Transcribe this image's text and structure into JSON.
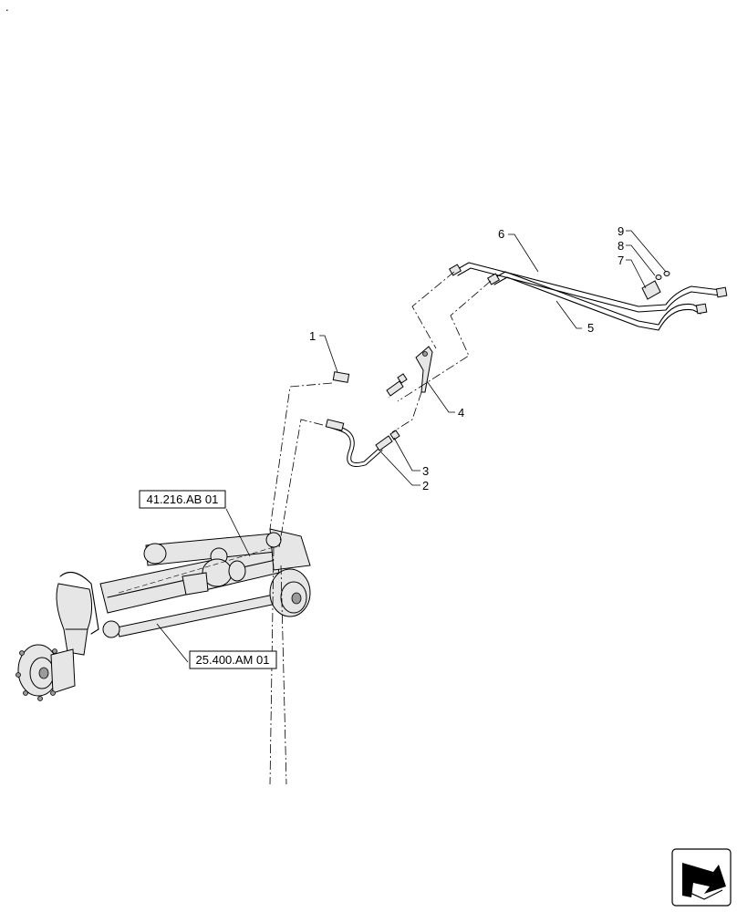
{
  "corner_mark": ".",
  "callouts": {
    "c1": "1",
    "c2": "2",
    "c3": "3",
    "c4": "4",
    "c5": "5",
    "c6": "6",
    "c7": "7",
    "c8": "8",
    "c9": "9"
  },
  "references": {
    "ref_a": "41.216.AB 01",
    "ref_b": "25.400.AM 01"
  },
  "icons": {
    "nav": "next-page-arrow-icon"
  }
}
